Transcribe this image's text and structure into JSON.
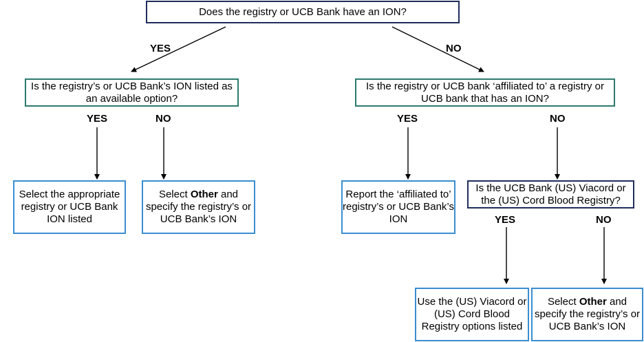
{
  "colors": {
    "navy_border": "#1f2d5c",
    "teal_border": "#2b7a6e",
    "blue_border": "#3a8dd0",
    "arrow": "#000000"
  },
  "nodes": {
    "q_ion": "Does the registry or UCB Bank have an ION?",
    "q_listed": "Is the registry’s or UCB Bank’s ION listed as an available option?",
    "q_affiliated": "Is the registry or UCB bank ‘affiliated to’ a registry or UCB bank that has an ION?",
    "select_listed": "Select the appropriate registry or UCB Bank ION listed",
    "select_other_1": {
      "pre": "Select ",
      "bold": "Other",
      "post": " and specify the registry’s or UCB Bank’s ION"
    },
    "report_affiliated": "Report the ‘affiliated to’ registry’s or UCB Bank’s ION",
    "q_viacord": "Is the UCB Bank (US) Viacord or the (US) Cord Blood Registry?",
    "use_viacord": "Use the (US) Viacord or (US) Cord Blood Registry options listed",
    "select_other_2": {
      "pre": "Select ",
      "bold": "Other",
      "post": " and specify the registry’s or UCB Bank’s ION"
    }
  },
  "labels": {
    "yes_top": "YES",
    "no_top": "NO",
    "yes_listed": "YES",
    "no_listed": "NO",
    "yes_affiliated": "YES",
    "no_affiliated": "NO",
    "yes_viacord": "YES",
    "no_viacord": "NO"
  }
}
